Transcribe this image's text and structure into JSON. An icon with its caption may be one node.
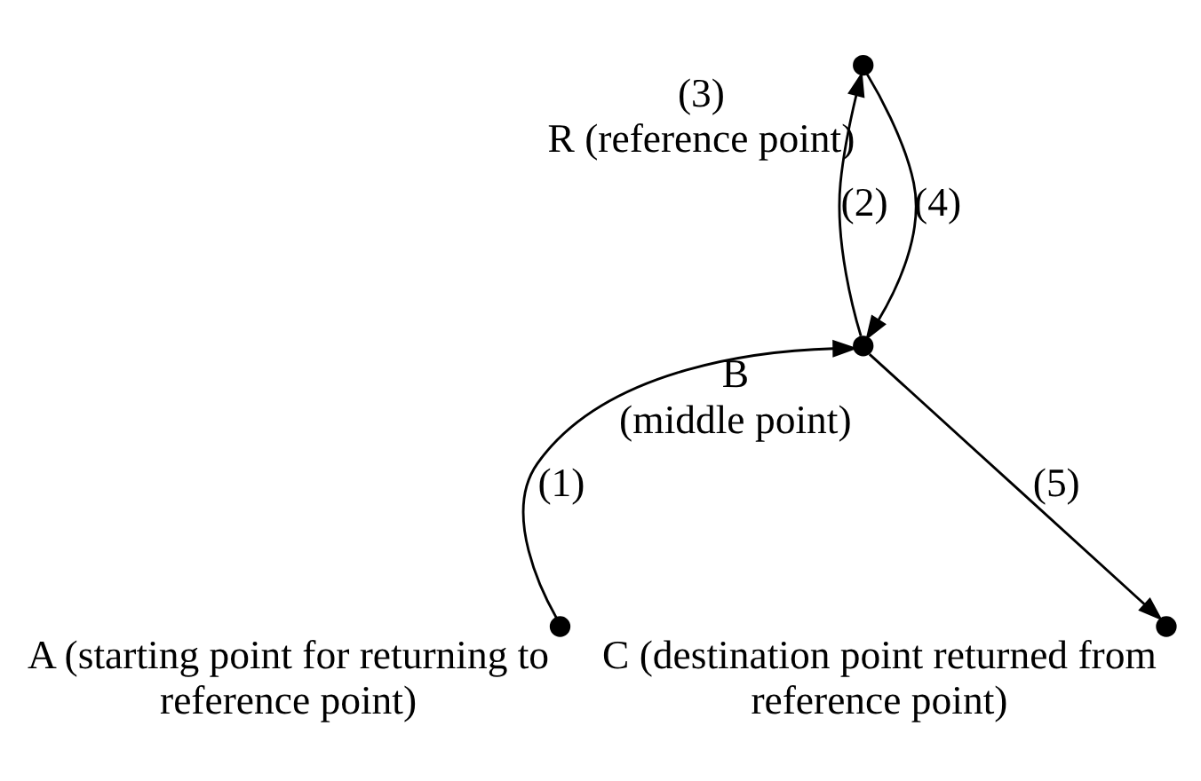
{
  "diagram": {
    "nodes": [
      {
        "text": [],
        "shape": "circle",
        "beside": [
          "A (starting point for returning to reference point)"
        ]
      },
      {
        "text": [],
        "shape": "circle",
        "beside": [
          "B",
          "(middle point)"
        ]
      },
      {
        "text": [],
        "shape": "circle",
        "beside": [
          "(3)",
          "R (reference point)"
        ]
      },
      {
        "text": [],
        "shape": "circle",
        "beside": [
          "C (destination point returned from reference point)"
        ]
      }
    ],
    "edges": [
      {
        "from": 0,
        "to": 1,
        "arrow": "to",
        "label": "(1)"
      },
      {
        "from": 1,
        "to": 2,
        "arrow": "to",
        "label": "(2)"
      },
      {
        "from": 2,
        "to": 1,
        "arrow": "to",
        "label": "(4)"
      },
      {
        "from": 1,
        "to": 3,
        "arrow": "to",
        "label": "(5)"
      }
    ]
  }
}
